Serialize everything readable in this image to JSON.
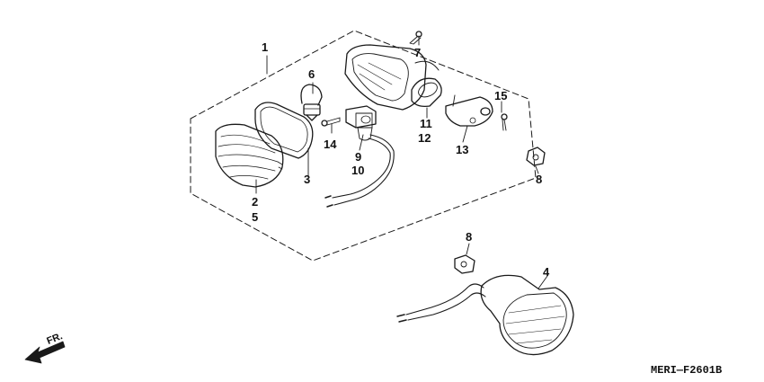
{
  "diagram": {
    "callouts": [
      "1",
      "2",
      "5",
      "3",
      "6",
      "14",
      "9",
      "10",
      "7",
      "11",
      "12",
      "13",
      "15",
      "8",
      "8",
      "4"
    ],
    "code": "MERI—F2601B",
    "direction_label": "FR.",
    "ink": "#1a1a1a"
  }
}
